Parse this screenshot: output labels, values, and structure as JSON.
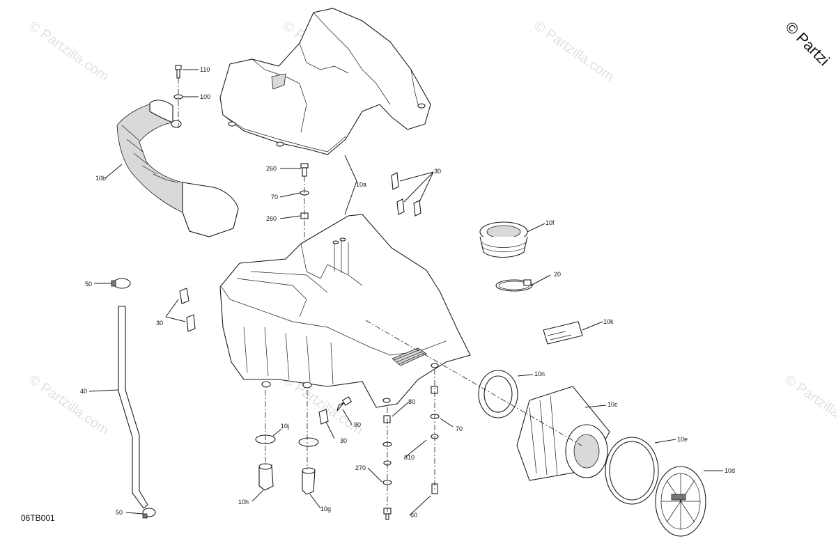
{
  "diagram": {
    "diagram_code": "06TB001",
    "copyright": "© Partzi",
    "watermark": "© Partzilla.com",
    "callouts": [
      {
        "id": "110",
        "text": "110"
      },
      {
        "id": "100",
        "text": "100"
      },
      {
        "id": "10b",
        "text": "10b"
      },
      {
        "id": "260a",
        "text": "260"
      },
      {
        "id": "10a",
        "text": "10a"
      },
      {
        "id": "70a",
        "text": "70"
      },
      {
        "id": "260b",
        "text": "260"
      },
      {
        "id": "30a",
        "text": "30"
      },
      {
        "id": "10f",
        "text": "10f"
      },
      {
        "id": "50a",
        "text": "50"
      },
      {
        "id": "20",
        "text": "20"
      },
      {
        "id": "30b",
        "text": "30"
      },
      {
        "id": "10k",
        "text": "10k"
      },
      {
        "id": "40",
        "text": "40"
      },
      {
        "id": "10n",
        "text": "10n"
      },
      {
        "id": "10c",
        "text": "10c"
      },
      {
        "id": "80",
        "text": "80"
      },
      {
        "id": "90",
        "text": "90"
      },
      {
        "id": "10j",
        "text": "10j"
      },
      {
        "id": "70b",
        "text": "70"
      },
      {
        "id": "30c",
        "text": "30"
      },
      {
        "id": "10e",
        "text": "10e"
      },
      {
        "id": "310",
        "text": "310"
      },
      {
        "id": "270",
        "text": "270"
      },
      {
        "id": "10d",
        "text": "10d"
      },
      {
        "id": "10h",
        "text": "10h"
      },
      {
        "id": "10g",
        "text": "10g"
      },
      {
        "id": "60",
        "text": "60"
      },
      {
        "id": "50b",
        "text": "50"
      }
    ]
  }
}
